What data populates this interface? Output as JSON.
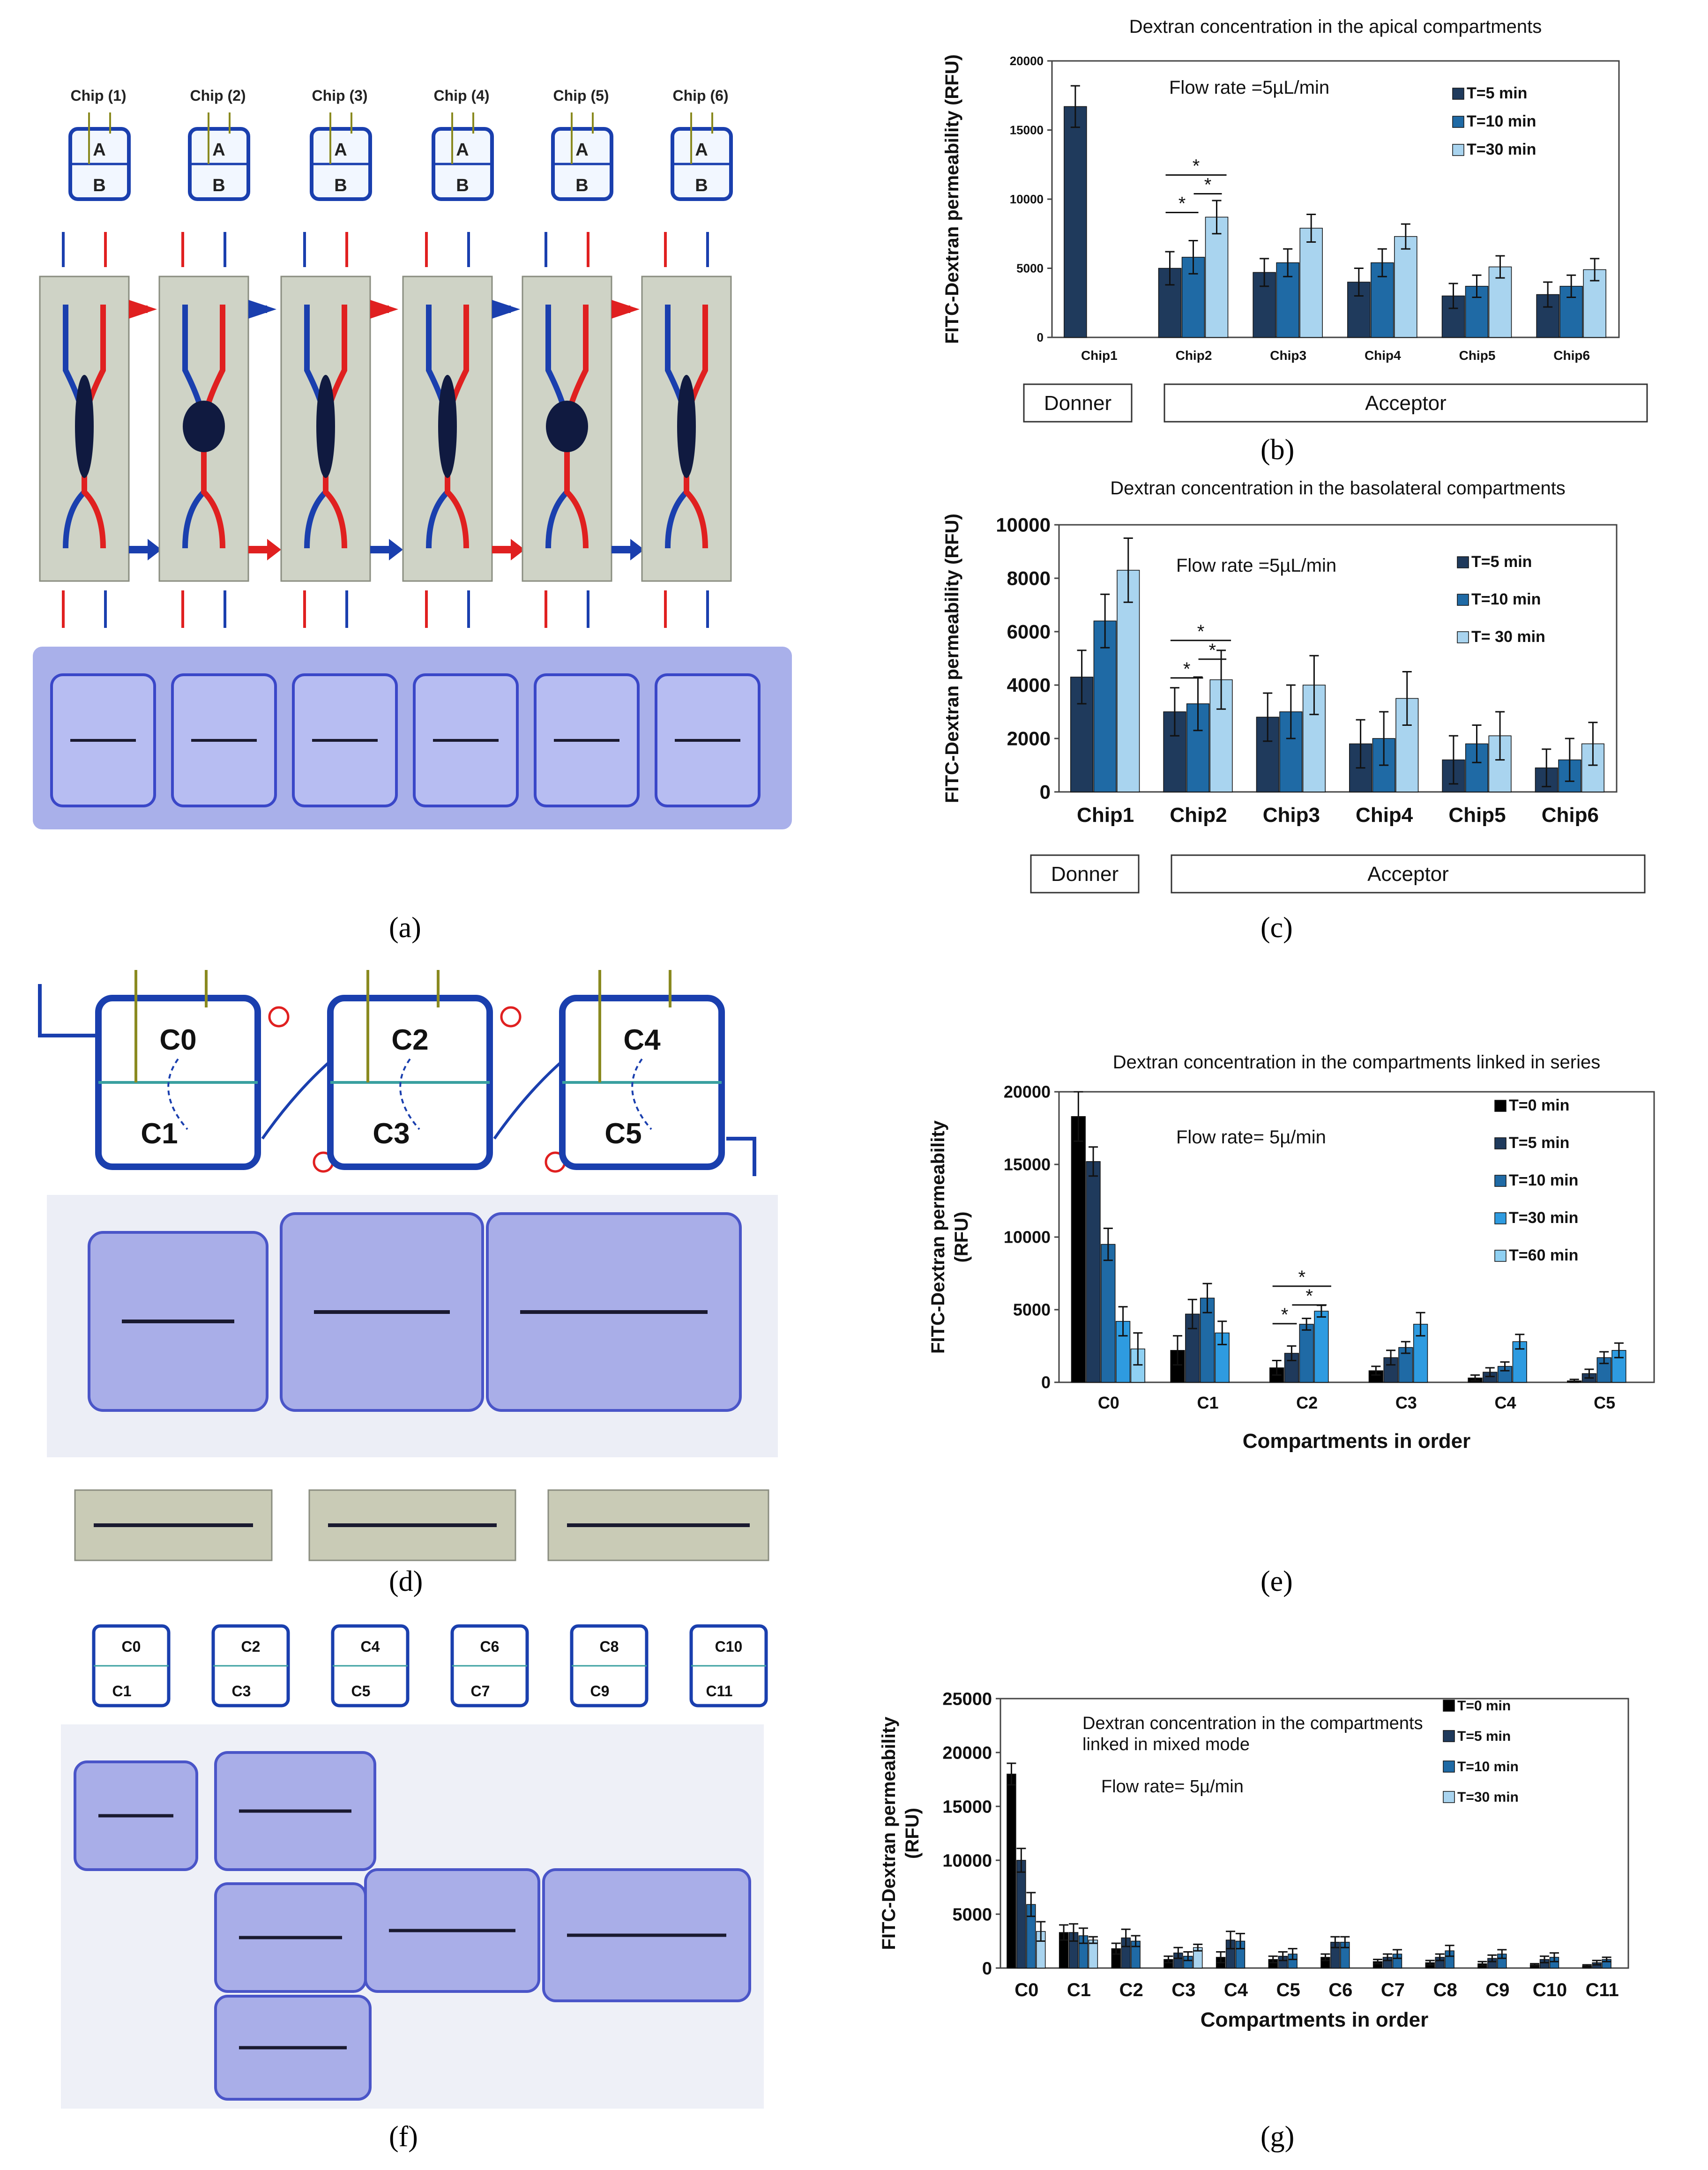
{
  "colors": {
    "t0": "#000000",
    "t5": "#1f3a5c",
    "t10": "#1f6aa5",
    "t30": "#2e9be0",
    "t60": "#8fd0f2",
    "t30_light": "#a9d4ef",
    "diagram_blue": "#1a3fae",
    "diagram_red": "#e02020",
    "chip_fill": "#f2f7ff"
  },
  "labels": {
    "a": "(a)",
    "b": "(b)",
    "c": "(c)",
    "d": "(d)",
    "e": "(e)",
    "f": "(f)",
    "g": "(g)"
  },
  "diagram_a": {
    "chips": [
      "Chip (1)",
      "Chip (2)",
      "Chip (3)",
      "Chip (4)",
      "Chip (5)",
      "Chip (6)"
    ],
    "top": "A",
    "bottom": "B"
  },
  "diagram_d": {
    "top": [
      "C0",
      "C2",
      "C4"
    ],
    "bottom": [
      "C1",
      "C3",
      "C5"
    ]
  },
  "diagram_f": {
    "top": [
      "C0",
      "C2",
      "C4",
      "C6",
      "C8",
      "C10"
    ],
    "bottom": [
      "C1",
      "C3",
      "C5",
      "C7",
      "C9",
      "C11"
    ]
  },
  "chart_data": [
    {
      "id": "b",
      "type": "bar",
      "title": "Dextran concentration in the apical compartments",
      "annotation": "Flow rate =5µL/min",
      "ylabel": "FITC-Dextran permeability (RFU)",
      "xlabel": "",
      "ylim": [
        0,
        20000
      ],
      "yticks": [
        0,
        5000,
        10000,
        15000,
        20000
      ],
      "categories": [
        "Chip1",
        "Chip2",
        "Chip3",
        "Chip4",
        "Chip5",
        "Chip6"
      ],
      "series": [
        {
          "name": "T=5 min",
          "values": [
            16700,
            5000,
            4700,
            4000,
            3000,
            3100
          ],
          "errors": [
            1500,
            1200,
            1000,
            1000,
            900,
            900
          ]
        },
        {
          "name": "T=10 min",
          "values": [
            null,
            5800,
            5400,
            5400,
            3700,
            3700
          ],
          "errors": [
            null,
            1200,
            1000,
            1000,
            800,
            800
          ]
        },
        {
          "name": "T=30 min",
          "values": [
            null,
            8700,
            7900,
            7300,
            5100,
            4900
          ],
          "errors": [
            null,
            1200,
            1000,
            900,
            800,
            800
          ]
        }
      ],
      "significance": [
        [
          "*",
          "*",
          "*"
        ]
      ],
      "groups": [
        {
          "label": "Donner"
        },
        {
          "label": "Acceptor"
        }
      ],
      "legend": "top-right",
      "grid": false
    },
    {
      "id": "c",
      "type": "bar",
      "title": "Dextran concentration in the basolateral compartments",
      "annotation": "Flow rate =5µL/min",
      "ylabel": "FITC-Dextran permeability (RFU)",
      "xlabel": "",
      "ylim": [
        0,
        10000
      ],
      "yticks": [
        0,
        2000,
        4000,
        6000,
        8000,
        10000
      ],
      "categories": [
        "Chip1",
        "Chip2",
        "Chip3",
        "Chip4",
        "Chip5",
        "Chip6"
      ],
      "series": [
        {
          "name": "T=5 min",
          "values": [
            4300,
            3000,
            2800,
            1800,
            1200,
            900
          ],
          "errors": [
            1000,
            900,
            900,
            900,
            900,
            700
          ]
        },
        {
          "name": "T=10 min",
          "values": [
            6400,
            3300,
            3000,
            2000,
            1800,
            1200
          ],
          "errors": [
            1000,
            1000,
            1000,
            1000,
            700,
            800
          ]
        },
        {
          "name": "T= 30 min",
          "values": [
            8300,
            4200,
            4000,
            3500,
            2100,
            1800
          ],
          "errors": [
            1200,
            1100,
            1100,
            1000,
            900,
            800
          ]
        }
      ],
      "significance": [
        [
          "*",
          "*",
          "*"
        ]
      ],
      "groups": [
        {
          "label": "Donner"
        },
        {
          "label": "Acceptor"
        }
      ],
      "legend": "top-right",
      "grid": false
    },
    {
      "id": "e",
      "type": "bar",
      "title": "Dextran concentration in the compartments linked in series",
      "annotation": "Flow rate= 5µ/min",
      "ylabel": "FITC-Dextran permeability (RFU)",
      "xlabel": "Compartments in order",
      "ylim": [
        0,
        20000
      ],
      "yticks": [
        0,
        5000,
        10000,
        15000,
        20000
      ],
      "categories": [
        "C0",
        "C1",
        "C2",
        "C3",
        "C4",
        "C5"
      ],
      "series": [
        {
          "name": "T=0 min",
          "values": [
            18300,
            2200,
            1000,
            800,
            300,
            100
          ],
          "errors": [
            1700,
            1000,
            500,
            300,
            200,
            100
          ]
        },
        {
          "name": "T=5 min",
          "values": [
            15200,
            4700,
            2000,
            1700,
            700,
            600
          ],
          "errors": [
            1000,
            1000,
            500,
            500,
            300,
            300
          ]
        },
        {
          "name": "T=10 min",
          "values": [
            9500,
            5800,
            4000,
            2400,
            1100,
            1700
          ],
          "errors": [
            1100,
            1000,
            400,
            400,
            300,
            400
          ]
        },
        {
          "name": "T=30 min",
          "values": [
            4200,
            3400,
            4900,
            4000,
            2800,
            2200
          ],
          "errors": [
            1000,
            800,
            400,
            800,
            500,
            500
          ]
        },
        {
          "name": "T=60 min",
          "values": [
            2300,
            null,
            null,
            null,
            null,
            null
          ],
          "errors": [
            1100,
            null,
            null,
            null,
            null,
            null
          ]
        }
      ],
      "significance": [
        [
          "*",
          "*",
          "*"
        ]
      ],
      "legend": "top-right",
      "grid": false
    },
    {
      "id": "g",
      "type": "bar",
      "title": "Dextran concentration in the compartments linked in mixed mode",
      "annotation": "Flow rate= 5µ/min",
      "ylabel": "FITC-Dextran permeability (RFU)",
      "xlabel": "Compartments in order",
      "ylim": [
        0,
        25000
      ],
      "yticks": [
        0,
        5000,
        10000,
        15000,
        20000,
        25000
      ],
      "categories": [
        "C0",
        "C1",
        "C2",
        "C3",
        "C4",
        "C5",
        "C6",
        "C7",
        "C8",
        "C9",
        "C10",
        "C11"
      ],
      "series": [
        {
          "name": "T=0 min",
          "values": [
            18000,
            3300,
            1800,
            800,
            1000,
            800,
            1000,
            600,
            500,
            400,
            300,
            200
          ],
          "errors": [
            1000,
            700,
            500,
            300,
            500,
            300,
            300,
            200,
            200,
            200,
            100,
            100
          ]
        },
        {
          "name": "T=5 min",
          "values": [
            10000,
            3300,
            2800,
            1400,
            2600,
            1100,
            2400,
            1000,
            1000,
            900,
            800,
            500
          ],
          "errors": [
            1100,
            800,
            800,
            500,
            800,
            400,
            500,
            300,
            300,
            300,
            300,
            200
          ]
        },
        {
          "name": "T=10 min",
          "values": [
            5900,
            3000,
            2500,
            1100,
            2500,
            1300,
            2400,
            1300,
            1600,
            1300,
            1000,
            800
          ],
          "errors": [
            1100,
            700,
            500,
            400,
            700,
            500,
            500,
            400,
            500,
            400,
            400,
            200
          ]
        },
        {
          "name": "T=30 min",
          "values": [
            3400,
            2600,
            null,
            1900,
            null,
            null,
            null,
            null,
            null,
            null,
            null,
            null
          ],
          "errors": [
            900,
            300,
            null,
            300,
            null,
            null,
            null,
            null,
            null,
            null,
            null,
            null
          ]
        }
      ],
      "legend": "top-right",
      "grid": false
    }
  ]
}
